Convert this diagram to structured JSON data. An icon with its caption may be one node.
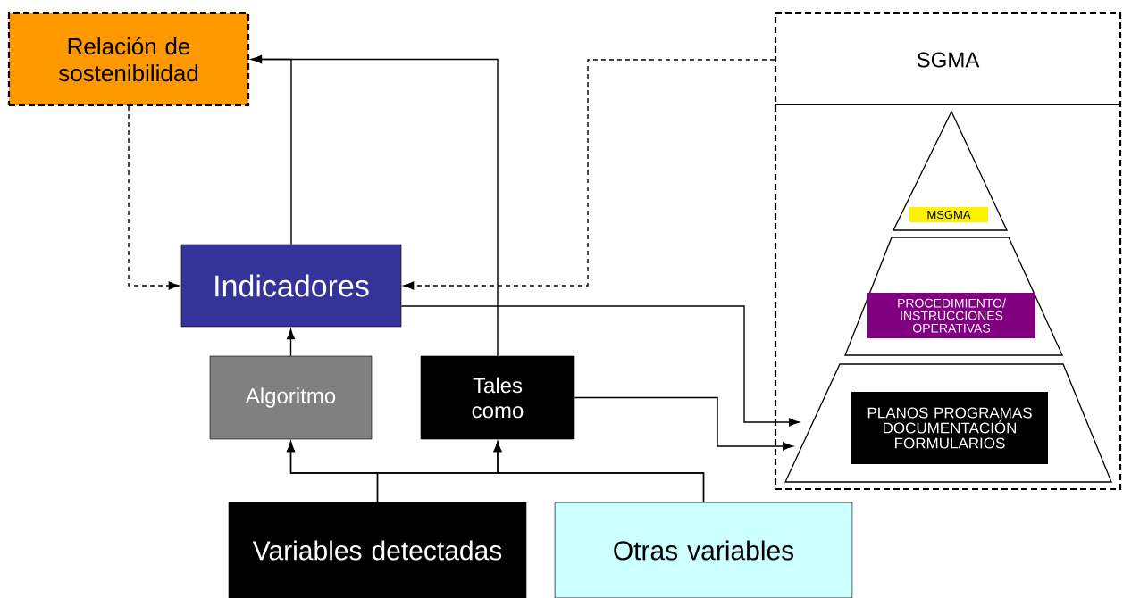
{
  "diagram": {
    "nodes": [
      {
        "text": [
          "Relación de sostenibilidad"
        ]
      },
      {
        "text": [
          "SGMA"
        ]
      },
      {
        "text": [
          "MSGMA"
        ],
        "in": 1
      },
      {
        "text": [
          "PROCEDIMIENTO/ INSTRUCCIONES OPERATIVAS"
        ],
        "in": 1
      },
      {
        "text": [
          "PLANOS PROGRAMAS DOCUMENTACIÓN FORMULARIOS"
        ],
        "in": 1
      },
      {
        "text": [
          "Indicadores"
        ]
      },
      {
        "text": [
          "Algoritmo"
        ]
      },
      {
        "text": [
          "Tales como"
        ]
      },
      {
        "text": [
          "Variables detectadas"
        ]
      },
      {
        "text": [
          "Otras variables"
        ]
      }
    ],
    "edges": [
      {
        "from": 5,
        "to": 0,
        "arrow": "to"
      },
      {
        "from": 7,
        "to": 0,
        "arrow": "to"
      },
      {
        "from": 0,
        "to": 5,
        "arrow": "to",
        "style": "dashed"
      },
      {
        "from": 1,
        "to": 5,
        "arrow": "to",
        "style": "dashed"
      },
      {
        "from": 5,
        "to": 4,
        "arrow": "to"
      },
      {
        "from": 7,
        "to": 4,
        "arrow": "to"
      },
      {
        "from": 6,
        "to": 5,
        "arrow": "to"
      },
      {
        "from": 8,
        "to": 6,
        "arrow": "to"
      },
      {
        "from": 8,
        "to": 7,
        "arrow": "to"
      },
      {
        "from": 9,
        "to": 6,
        "arrow": "to"
      },
      {
        "from": 9,
        "to": 7,
        "arrow": "to"
      }
    ]
  }
}
